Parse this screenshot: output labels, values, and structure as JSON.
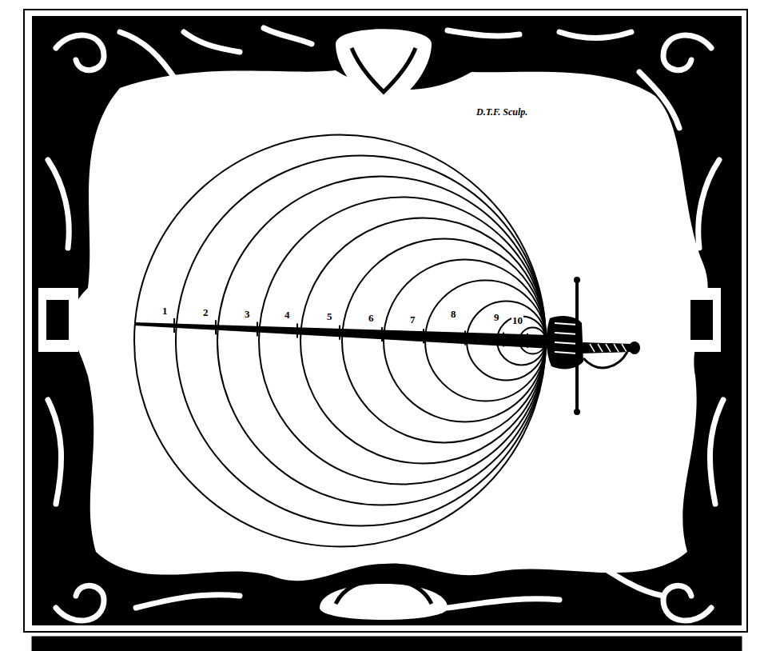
{
  "diagram": {
    "labels": [
      "D.T.F. Sculp.",
      "1",
      "2",
      "3",
      "4",
      "5",
      "6",
      "7",
      "8",
      "9",
      "10"
    ]
  }
}
